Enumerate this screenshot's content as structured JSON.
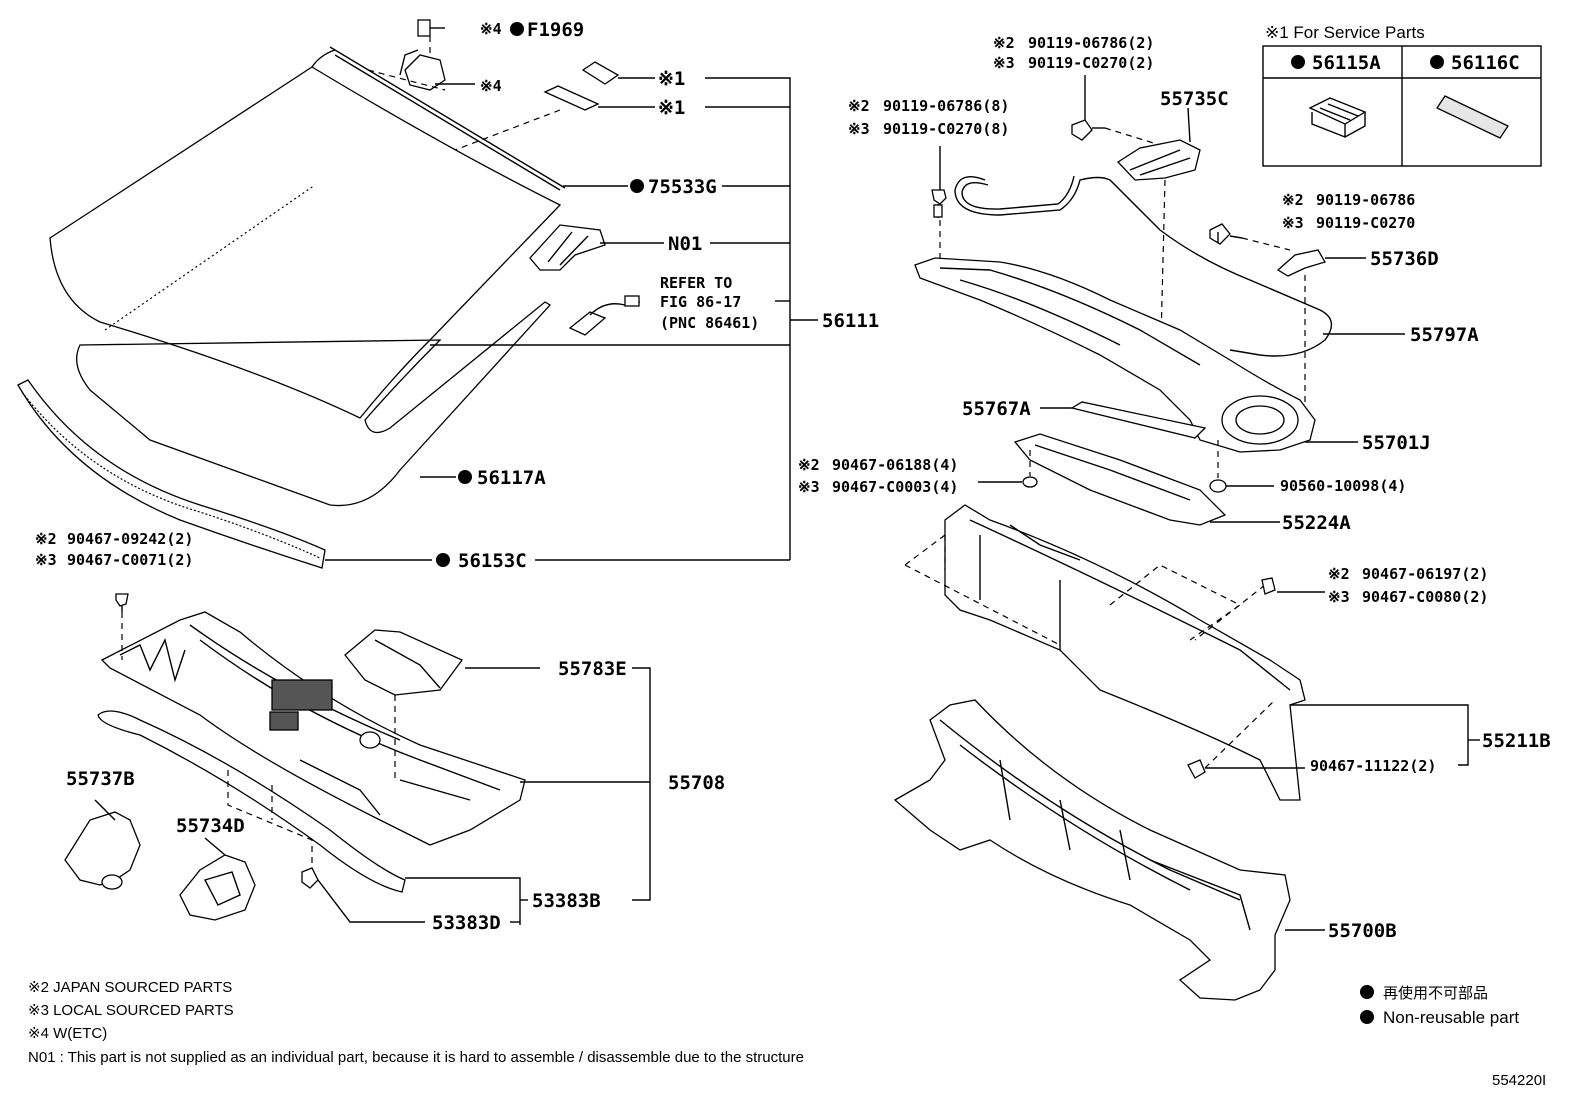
{
  "diagram_id": "554220I",
  "service_parts": {
    "title": "※1 For Service Parts",
    "col1": "56115A",
    "col2": "56116C"
  },
  "markers": {
    "m1": "※1",
    "m2": "※2",
    "m3": "※3",
    "m4": "※4"
  },
  "left_parts": {
    "f1969": "F1969",
    "p75533g": "75533G",
    "n01": "N01",
    "refer1": "REFER TO",
    "refer2": "FIG 86-17",
    "refer3": "(PNC 86461)",
    "p56111": "56111",
    "p56117a": "56117A",
    "p56153c": "56153C",
    "clip_a2": "90467-09242(2)",
    "clip_a3": "90467-C0071(2)",
    "p55783e": "55783E",
    "p55708": "55708",
    "p55737b": "55737B",
    "p55734d": "55734D",
    "p53383b": "53383B",
    "p53383d": "53383D"
  },
  "right_parts": {
    "b1_2": "90119-06786(2)",
    "b1_3": "90119-C0270(2)",
    "b2_2": "90119-06786(8)",
    "b2_3": "90119-C0270(8)",
    "p55735c": "55735C",
    "b3_2": "90119-06786",
    "b3_3": "90119-C0270",
    "p55736d": "55736D",
    "p55797a": "55797A",
    "p55767a": "55767A",
    "p55701j": "55701J",
    "c1_2": "90467-06188(4)",
    "c1_3": "90467-C0003(4)",
    "p90560": "90560-10098(4)",
    "p55224a": "55224A",
    "c2_2": "90467-06197(2)",
    "c2_3": "90467-C0080(2)",
    "p55211b": "55211B",
    "p90467_11122": "90467-11122(2)",
    "p55700b": "55700B"
  },
  "legend": {
    "jp": "再使用不可部品",
    "en": "Non-reusable part"
  },
  "notes": {
    "n2": "※2 JAPAN SOURCED PARTS",
    "n3": "※3 LOCAL SOURCED PARTS",
    "n4": "※4  W(ETC)",
    "n01": "N01 : This part is not supplied as an individual part, because it is hard to assemble / disassemble due to the structure"
  }
}
